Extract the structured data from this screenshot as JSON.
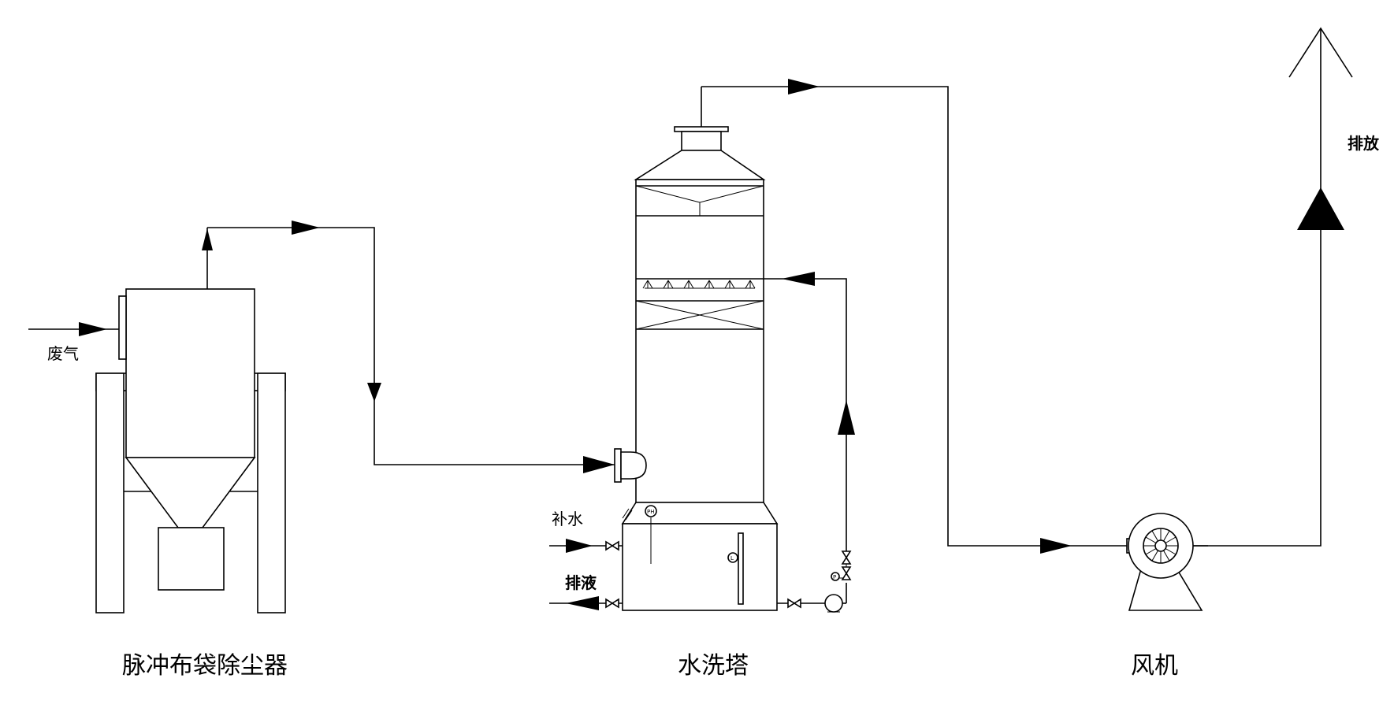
{
  "labels": {
    "exhaust_gas": "废气",
    "bag_filter": "脉冲布袋除尘器",
    "scrubber": "水洗塔",
    "fan": "风机",
    "discharge": "排放",
    "makeup_water": "补水",
    "drain": "排液"
  },
  "instruments": {
    "ph_meter": "PH",
    "level_gauge": "L",
    "pressure_gauge": "P"
  },
  "colors": {
    "line": "#000000",
    "background": "#ffffff"
  }
}
